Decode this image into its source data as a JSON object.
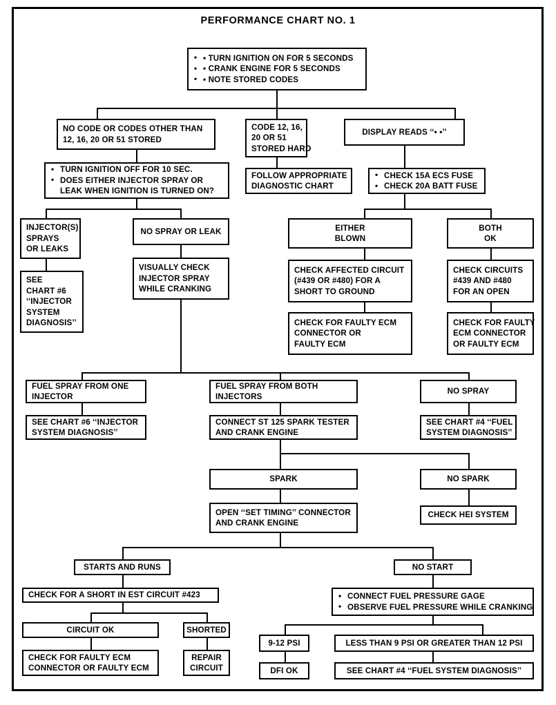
{
  "chart_data": {
    "type": "diagram",
    "title": "PERFORMANCE CHART NO. 1",
    "diagram_kind": "troubleshooting-flowchart",
    "nodes": [
      {
        "id": "start",
        "lines": [
          "TURN IGNITION ON FOR 5 SECONDS",
          "CRANK ENGINE FOR 5 SECONDS",
          "NOTE STORED CODES"
        ],
        "bulleted": true
      },
      {
        "id": "no-code",
        "lines": [
          "NO CODE OR CODES OTHER THAN",
          "12, 16, 20 OR 51 STORED"
        ],
        "bulleted": false
      },
      {
        "id": "code-hard",
        "lines": [
          "CODE 12, 16,",
          "20 OR 51",
          "STORED HARD"
        ],
        "bulleted": false
      },
      {
        "id": "display-reads",
        "lines": [
          "DISPLAY READS ‘‘•  •’’"
        ],
        "bulleted": false
      },
      {
        "id": "turn-ign-off",
        "lines": [
          "TURN IGNITION OFF FOR 10 SEC.",
          "DOES EITHER INJECTOR SPRAY OR",
          "LEAK WHEN IGNITION IS TURNED ON?"
        ],
        "bulleted": true
      },
      {
        "id": "follow-chart",
        "lines": [
          "FOLLOW APPROPRIATE",
          "DIAGNOSTIC CHART"
        ],
        "bulleted": false
      },
      {
        "id": "check-fuses",
        "lines": [
          "CHECK 15A ECS FUSE",
          "CHECK 20A BATT FUSE"
        ],
        "bulleted": true
      },
      {
        "id": "injector-sprays",
        "lines": [
          "INJECTOR(S)",
          "SPRAYS",
          "OR LEAKS"
        ],
        "bulleted": false
      },
      {
        "id": "no-spray-or-leak",
        "lines": [
          "NO SPRAY OR LEAK"
        ],
        "bulleted": false
      },
      {
        "id": "either-blown",
        "lines": [
          "EITHER",
          "BLOWN"
        ],
        "bulleted": false
      },
      {
        "id": "both-ok",
        "lines": [
          "BOTH",
          "OK"
        ],
        "bulleted": false
      },
      {
        "id": "see-chart6-a",
        "lines": [
          "SEE",
          "CHART #6",
          "‘‘INJECTOR",
          "SYSTEM",
          "DIAGNOSIS’’"
        ],
        "bulleted": false
      },
      {
        "id": "visually-check",
        "lines": [
          "VISUALLY CHECK",
          "INJECTOR SPRAY",
          "WHILE CRANKING"
        ],
        "bulleted": false
      },
      {
        "id": "check-affected",
        "lines": [
          "CHECK AFFECTED CIRCUIT",
          "(#439 OR #480) FOR A",
          "SHORT TO GROUND"
        ],
        "bulleted": false
      },
      {
        "id": "check-circuits",
        "lines": [
          "CHECK CIRCUITS",
          "#439 AND #480",
          "FOR AN OPEN"
        ],
        "bulleted": false
      },
      {
        "id": "faulty-ecm-a",
        "lines": [
          "CHECK FOR FAULTY ECM",
          "CONNECTOR OR",
          "FAULTY ECM"
        ],
        "bulleted": false
      },
      {
        "id": "faulty-ecm-b",
        "lines": [
          "CHECK FOR FAULTY",
          "ECM CONNECTOR",
          "OR FAULTY ECM"
        ],
        "bulleted": false
      },
      {
        "id": "spray-one",
        "lines": [
          "FUEL SPRAY FROM ONE",
          "INJECTOR"
        ],
        "bulleted": false
      },
      {
        "id": "spray-both",
        "lines": [
          "FUEL SPRAY FROM BOTH",
          "INJECTORS"
        ],
        "bulleted": false
      },
      {
        "id": "no-spray",
        "lines": [
          "NO SPRAY"
        ],
        "bulleted": false
      },
      {
        "id": "see-chart6-b",
        "lines": [
          "SEE CHART #6 ‘‘INJECTOR",
          "SYSTEM DIAGNOSIS’’"
        ],
        "bulleted": false
      },
      {
        "id": "connect-st125",
        "lines": [
          "CONNECT ST 125 SPARK TESTER",
          "AND CRANK ENGINE"
        ],
        "bulleted": false
      },
      {
        "id": "see-chart4-a",
        "lines": [
          "SEE CHART #4 ‘‘FUEL",
          "SYSTEM DIAGNOSIS’’"
        ],
        "bulleted": false
      },
      {
        "id": "spark",
        "lines": [
          "SPARK"
        ],
        "bulleted": false
      },
      {
        "id": "no-spark",
        "lines": [
          "NO SPARK"
        ],
        "bulleted": false
      },
      {
        "id": "open-set-timing",
        "lines": [
          "OPEN ‘‘SET TIMING’’ CONNECTOR",
          "AND CRANK ENGINE"
        ],
        "bulleted": false
      },
      {
        "id": "check-hei",
        "lines": [
          "CHECK HEI SYSTEM"
        ],
        "bulleted": false
      },
      {
        "id": "starts-and-runs",
        "lines": [
          "STARTS AND RUNS"
        ],
        "bulleted": false
      },
      {
        "id": "no-start",
        "lines": [
          "NO START"
        ],
        "bulleted": false
      },
      {
        "id": "check-est",
        "lines": [
          "CHECK FOR A SHORT IN EST CIRCUIT #423"
        ],
        "bulleted": false
      },
      {
        "id": "connect-gage",
        "lines": [
          "CONNECT FUEL PRESSURE GAGE",
          "OBSERVE FUEL PRESSURE WHILE CRANKING"
        ],
        "bulleted": true
      },
      {
        "id": "circuit-ok",
        "lines": [
          "CIRCUIT OK"
        ],
        "bulleted": false
      },
      {
        "id": "shorted",
        "lines": [
          "SHORTED"
        ],
        "bulleted": false
      },
      {
        "id": "psi-9-12",
        "lines": [
          "9-12 PSI"
        ],
        "bulleted": false
      },
      {
        "id": "psi-out-range",
        "lines": [
          "LESS THAN 9 PSI OR GREATER THAN 12 PSI"
        ],
        "bulleted": false
      },
      {
        "id": "faulty-ecm-c",
        "lines": [
          "CHECK FOR FAULTY ECM",
          "CONNECTOR OR FAULTY ECM"
        ],
        "bulleted": false
      },
      {
        "id": "repair-circuit",
        "lines": [
          "REPAIR",
          "CIRCUIT"
        ],
        "bulleted": false
      },
      {
        "id": "dfi-ok",
        "lines": [
          "DFI OK"
        ],
        "bulleted": false
      },
      {
        "id": "see-chart4-b",
        "lines": [
          "SEE CHART #4 ‘‘FUEL SYSTEM DIAGNOSIS’’"
        ],
        "bulleted": false
      }
    ]
  },
  "boxes": {
    "start": {
      "l0": "• TURN IGNITION ON FOR 5 SECONDS",
      "l1": "• CRANK ENGINE FOR 5 SECONDS",
      "l2": "• NOTE STORED CODES"
    },
    "no_code": {
      "l0": "NO CODE OR CODES OTHER THAN",
      "l1": "12, 16, 20 OR 51 STORED"
    },
    "code_hard": {
      "l0": "CODE 12, 16,",
      "l1": "20 OR 51",
      "l2": "STORED HARD"
    },
    "display_reads": {
      "l0": "DISPLAY READS ‘‘•  •’’"
    },
    "turn_ign_off": {
      "l0": "TURN IGNITION OFF FOR 10 SEC.",
      "l1": "DOES EITHER INJECTOR SPRAY OR",
      "l2": "LEAK WHEN IGNITION IS TURNED ON?"
    },
    "follow_chart": {
      "l0": "FOLLOW APPROPRIATE",
      "l1": "DIAGNOSTIC CHART"
    },
    "check_fuses": {
      "l0": "CHECK 15A ECS FUSE",
      "l1": "CHECK 20A BATT FUSE"
    },
    "injector_sprays": {
      "l0": "INJECTOR(S)",
      "l1": "SPRAYS",
      "l2": "OR LEAKS"
    },
    "no_spray_or_leak": {
      "l0": "NO SPRAY OR LEAK"
    },
    "either_blown": {
      "l0": "EITHER",
      "l1": "BLOWN"
    },
    "both_ok": {
      "l0": "BOTH",
      "l1": "OK"
    },
    "see_chart6_a": {
      "l0": "SEE",
      "l1": "CHART #6",
      "l2": "‘‘INJECTOR",
      "l3": "SYSTEM",
      "l4": "DIAGNOSIS’’"
    },
    "visually_check": {
      "l0": "VISUALLY CHECK",
      "l1": "INJECTOR SPRAY",
      "l2": "WHILE CRANKING"
    },
    "check_affected": {
      "l0": "CHECK AFFECTED CIRCUIT",
      "l1": "(#439 OR #480) FOR A",
      "l2": "SHORT TO GROUND"
    },
    "check_circuits": {
      "l0": "CHECK CIRCUITS",
      "l1": "#439 AND #480",
      "l2": "FOR AN OPEN"
    },
    "faulty_ecm_a": {
      "l0": "CHECK FOR FAULTY ECM",
      "l1": "CONNECTOR OR",
      "l2": "FAULTY ECM"
    },
    "faulty_ecm_b": {
      "l0": "CHECK FOR FAULTY",
      "l1": "ECM CONNECTOR",
      "l2": "OR FAULTY ECM"
    },
    "spray_one": {
      "l0": "FUEL SPRAY FROM ONE",
      "l1": "INJECTOR"
    },
    "spray_both": {
      "l0": "FUEL SPRAY FROM BOTH",
      "l1": "INJECTORS"
    },
    "no_spray": {
      "l0": "NO SPRAY"
    },
    "see_chart6_b": {
      "l0": "SEE CHART #6 ‘‘INJECTOR",
      "l1": "SYSTEM DIAGNOSIS’’"
    },
    "connect_st125": {
      "l0": "CONNECT ST 125 SPARK TESTER",
      "l1": "AND CRANK ENGINE"
    },
    "see_chart4_a": {
      "l0": "SEE CHART #4 ‘‘FUEL",
      "l1": "SYSTEM DIAGNOSIS’’"
    },
    "spark": {
      "l0": "SPARK"
    },
    "no_spark": {
      "l0": "NO SPARK"
    },
    "open_set_timing": {
      "l0": "OPEN ‘‘SET TIMING’’ CONNECTOR",
      "l1": "AND CRANK ENGINE"
    },
    "check_hei": {
      "l0": "CHECK HEI SYSTEM"
    },
    "starts_and_runs": {
      "l0": "STARTS AND RUNS"
    },
    "no_start": {
      "l0": "NO START"
    },
    "check_est": {
      "l0": "CHECK FOR A SHORT IN EST CIRCUIT #423"
    },
    "connect_gage": {
      "l0": "CONNECT FUEL PRESSURE GAGE",
      "l1": "OBSERVE FUEL PRESSURE WHILE CRANKING"
    },
    "circuit_ok": {
      "l0": "CIRCUIT OK"
    },
    "shorted": {
      "l0": "SHORTED"
    },
    "psi_9_12": {
      "l0": "9-12 PSI"
    },
    "psi_out_range": {
      "l0": "LESS THAN 9 PSI OR GREATER THAN 12 PSI"
    },
    "faulty_ecm_c": {
      "l0": "CHECK FOR FAULTY ECM",
      "l1": "CONNECTOR OR FAULTY ECM"
    },
    "repair_circuit": {
      "l0": "REPAIR",
      "l1": "CIRCUIT"
    },
    "dfi_ok": {
      "l0": "DFI OK"
    },
    "see_chart4_b": {
      "l0": "SEE CHART #4 ‘‘FUEL SYSTEM DIAGNOSIS’’"
    }
  },
  "colors": {
    "ink": "#000000",
    "paper": "#ffffff"
  }
}
